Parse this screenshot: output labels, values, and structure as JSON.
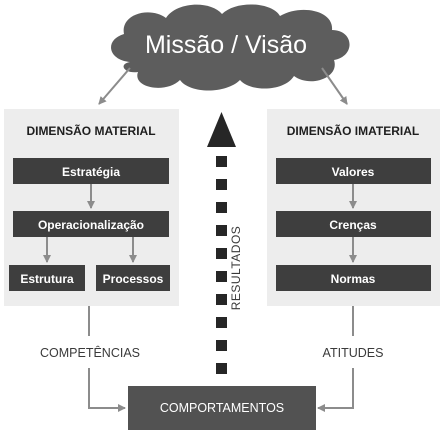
{
  "cloud": {
    "label": "Missão / Visão"
  },
  "material": {
    "title": "DIMENSÃO MATERIAL",
    "boxes": {
      "strategy": "Estratégia",
      "operational": "Operacionalização",
      "structure": "Estrutura",
      "processes": "Processos"
    },
    "outcome": "COMPETÊNCIAS"
  },
  "immaterial": {
    "title": "DIMENSÃO IMATERIAL",
    "boxes": {
      "values": "Valores",
      "beliefs": "Crenças",
      "norms": "Normas"
    },
    "outcome": "ATITUDES"
  },
  "results_label": "RESULTADOS",
  "behaviors_label": "COMPORTAMENTOS",
  "colors": {
    "cloud": "#5d5d5d",
    "panel": "#ededed",
    "box": "#3e3e3e",
    "arrow": "#8c8c8c",
    "dashed_arrow": "#262626",
    "bottom_box": "#525252"
  }
}
